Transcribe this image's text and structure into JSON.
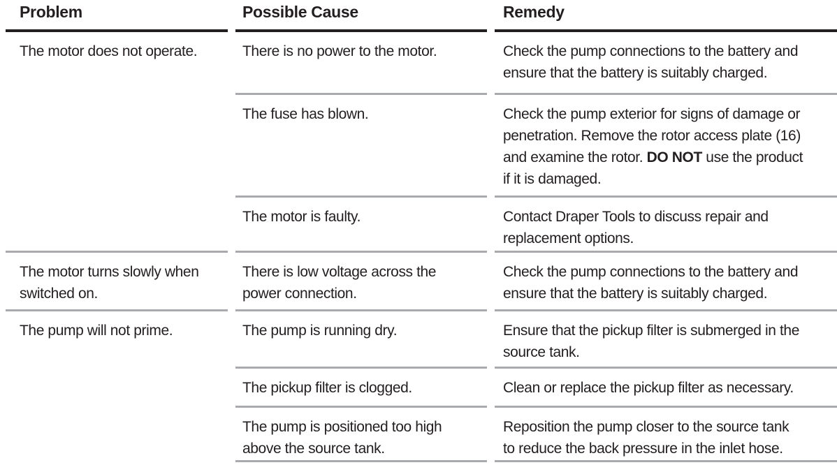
{
  "table": {
    "headers": {
      "problem": "Problem",
      "cause": "Possible Cause",
      "remedy": "Remedy"
    },
    "groups": [
      {
        "problem": "The motor does not operate.",
        "rows": [
          {
            "cause": "There is no power to the motor.",
            "remedy": "Check the pump connections to the battery and\nensure that the battery is suitably charged."
          },
          {
            "cause": "The fuse has blown.",
            "remedy_parts": {
              "pre": "Check the pump exterior for signs of damage or\npenetration. Remove the rotor access plate (16)\nand examine the rotor. ",
              "bold": "DO NOT",
              "post": " use the product\nif it is damaged."
            }
          },
          {
            "cause": "The motor is faulty.",
            "remedy": "Contact Draper Tools to discuss repair and\nreplacement options."
          }
        ]
      },
      {
        "problem": "The motor turns slowly when\nswitched on.",
        "rows": [
          {
            "cause": "There is low voltage across the\npower connection.",
            "remedy": "Check the pump connections to the battery and\nensure that the battery is suitably charged."
          }
        ]
      },
      {
        "problem": "The pump will not prime.",
        "rows": [
          {
            "cause": "The pump is running dry.",
            "remedy": "Ensure that the pickup filter is submerged in the\nsource tank."
          },
          {
            "cause": "The pickup filter is clogged.",
            "remedy": "Clean or replace the pickup filter as necessary."
          },
          {
            "cause": "The pump is positioned too high\nabove the source tank.",
            "remedy": "Reposition the pump closer to the source tank\nto reduce the back pressure in the inlet hose."
          }
        ]
      }
    ],
    "colors": {
      "text": "#231f20",
      "header_rule": "#231f20",
      "divider": "#a8aaad",
      "background": "#ffffff"
    }
  }
}
